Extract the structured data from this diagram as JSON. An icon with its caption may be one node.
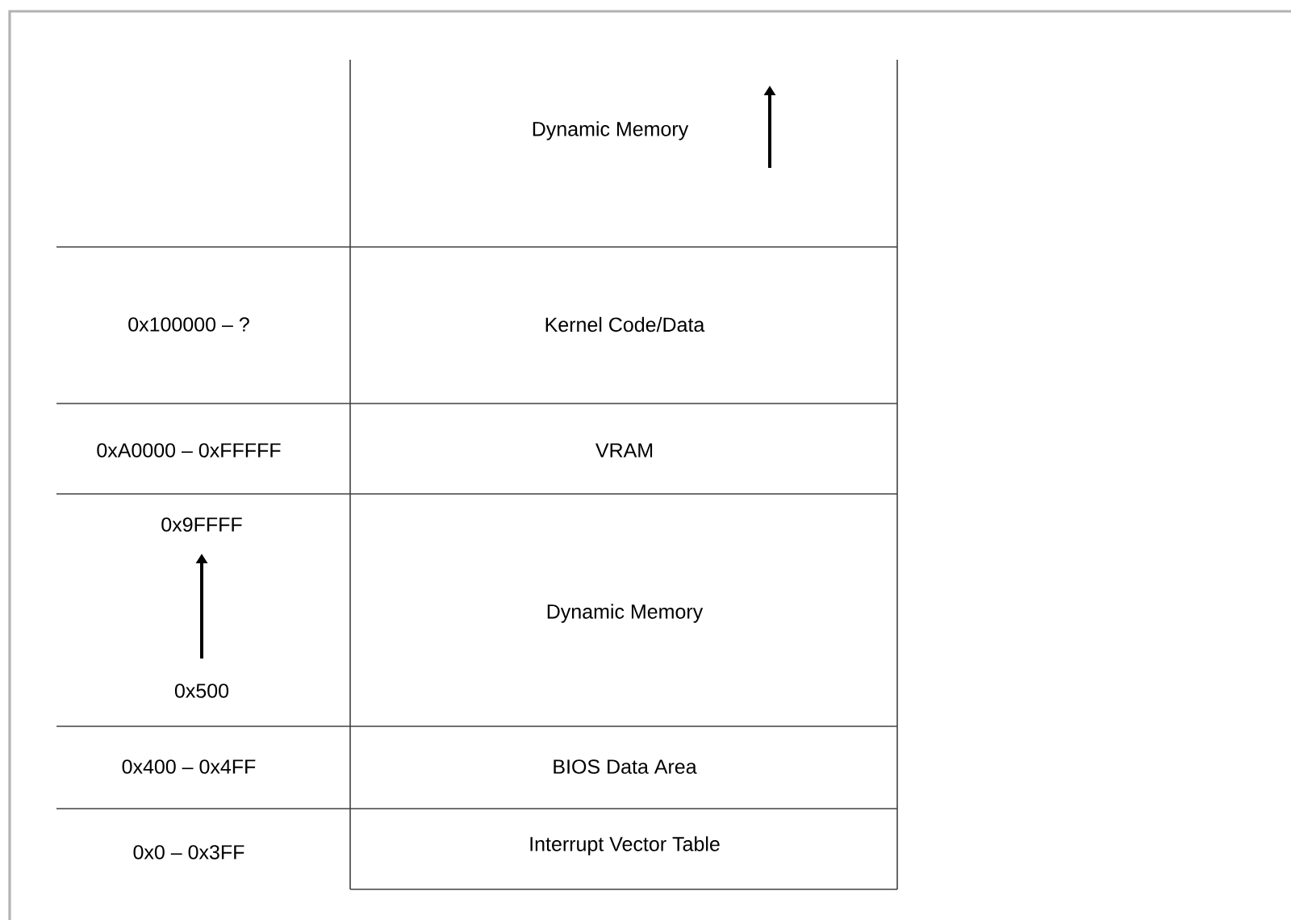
{
  "diagram": {
    "nodes": [
      {
        "text": [
          "Dynamic Memory"
        ]
      },
      {
        "text": [
          "Kernel Code/Data"
        ]
      },
      {
        "text": [
          "VRAM"
        ]
      },
      {
        "text": [
          "Dynamic Memory"
        ]
      },
      {
        "text": [
          "BIOS Data Area"
        ]
      },
      {
        "text": [
          "Interrupt Vector Table"
        ]
      }
    ],
    "labels": [
      "0x100000 – ?",
      "0xA0000 – 0xFFFFF",
      "0x9FFFF",
      "0x500",
      "0x400 – 0x4FF",
      "0x0 – 0x3FF"
    ]
  }
}
